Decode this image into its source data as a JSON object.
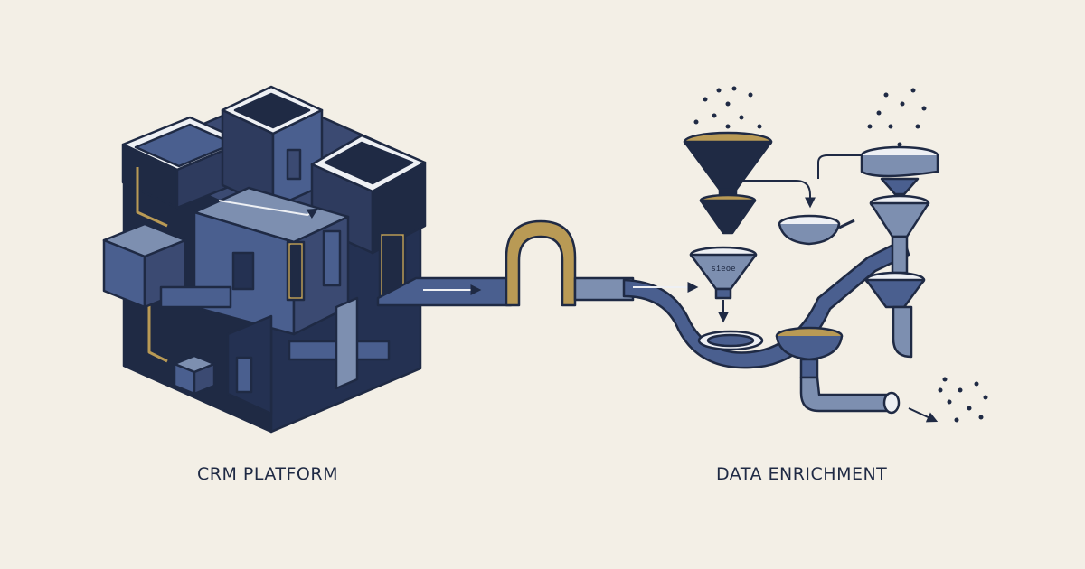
{
  "labels": {
    "crm": "CRM PLATFORM",
    "enrichment": "DATA ENRICHMENT",
    "sieve_text": "sieoe"
  },
  "colors": {
    "background": "#f3efe6",
    "navy": "#1f2a44",
    "steel_blue": "#4a5f8f",
    "slate": "#7d8fb0",
    "gold": "#b99a55",
    "pale": "#eef0f4"
  }
}
